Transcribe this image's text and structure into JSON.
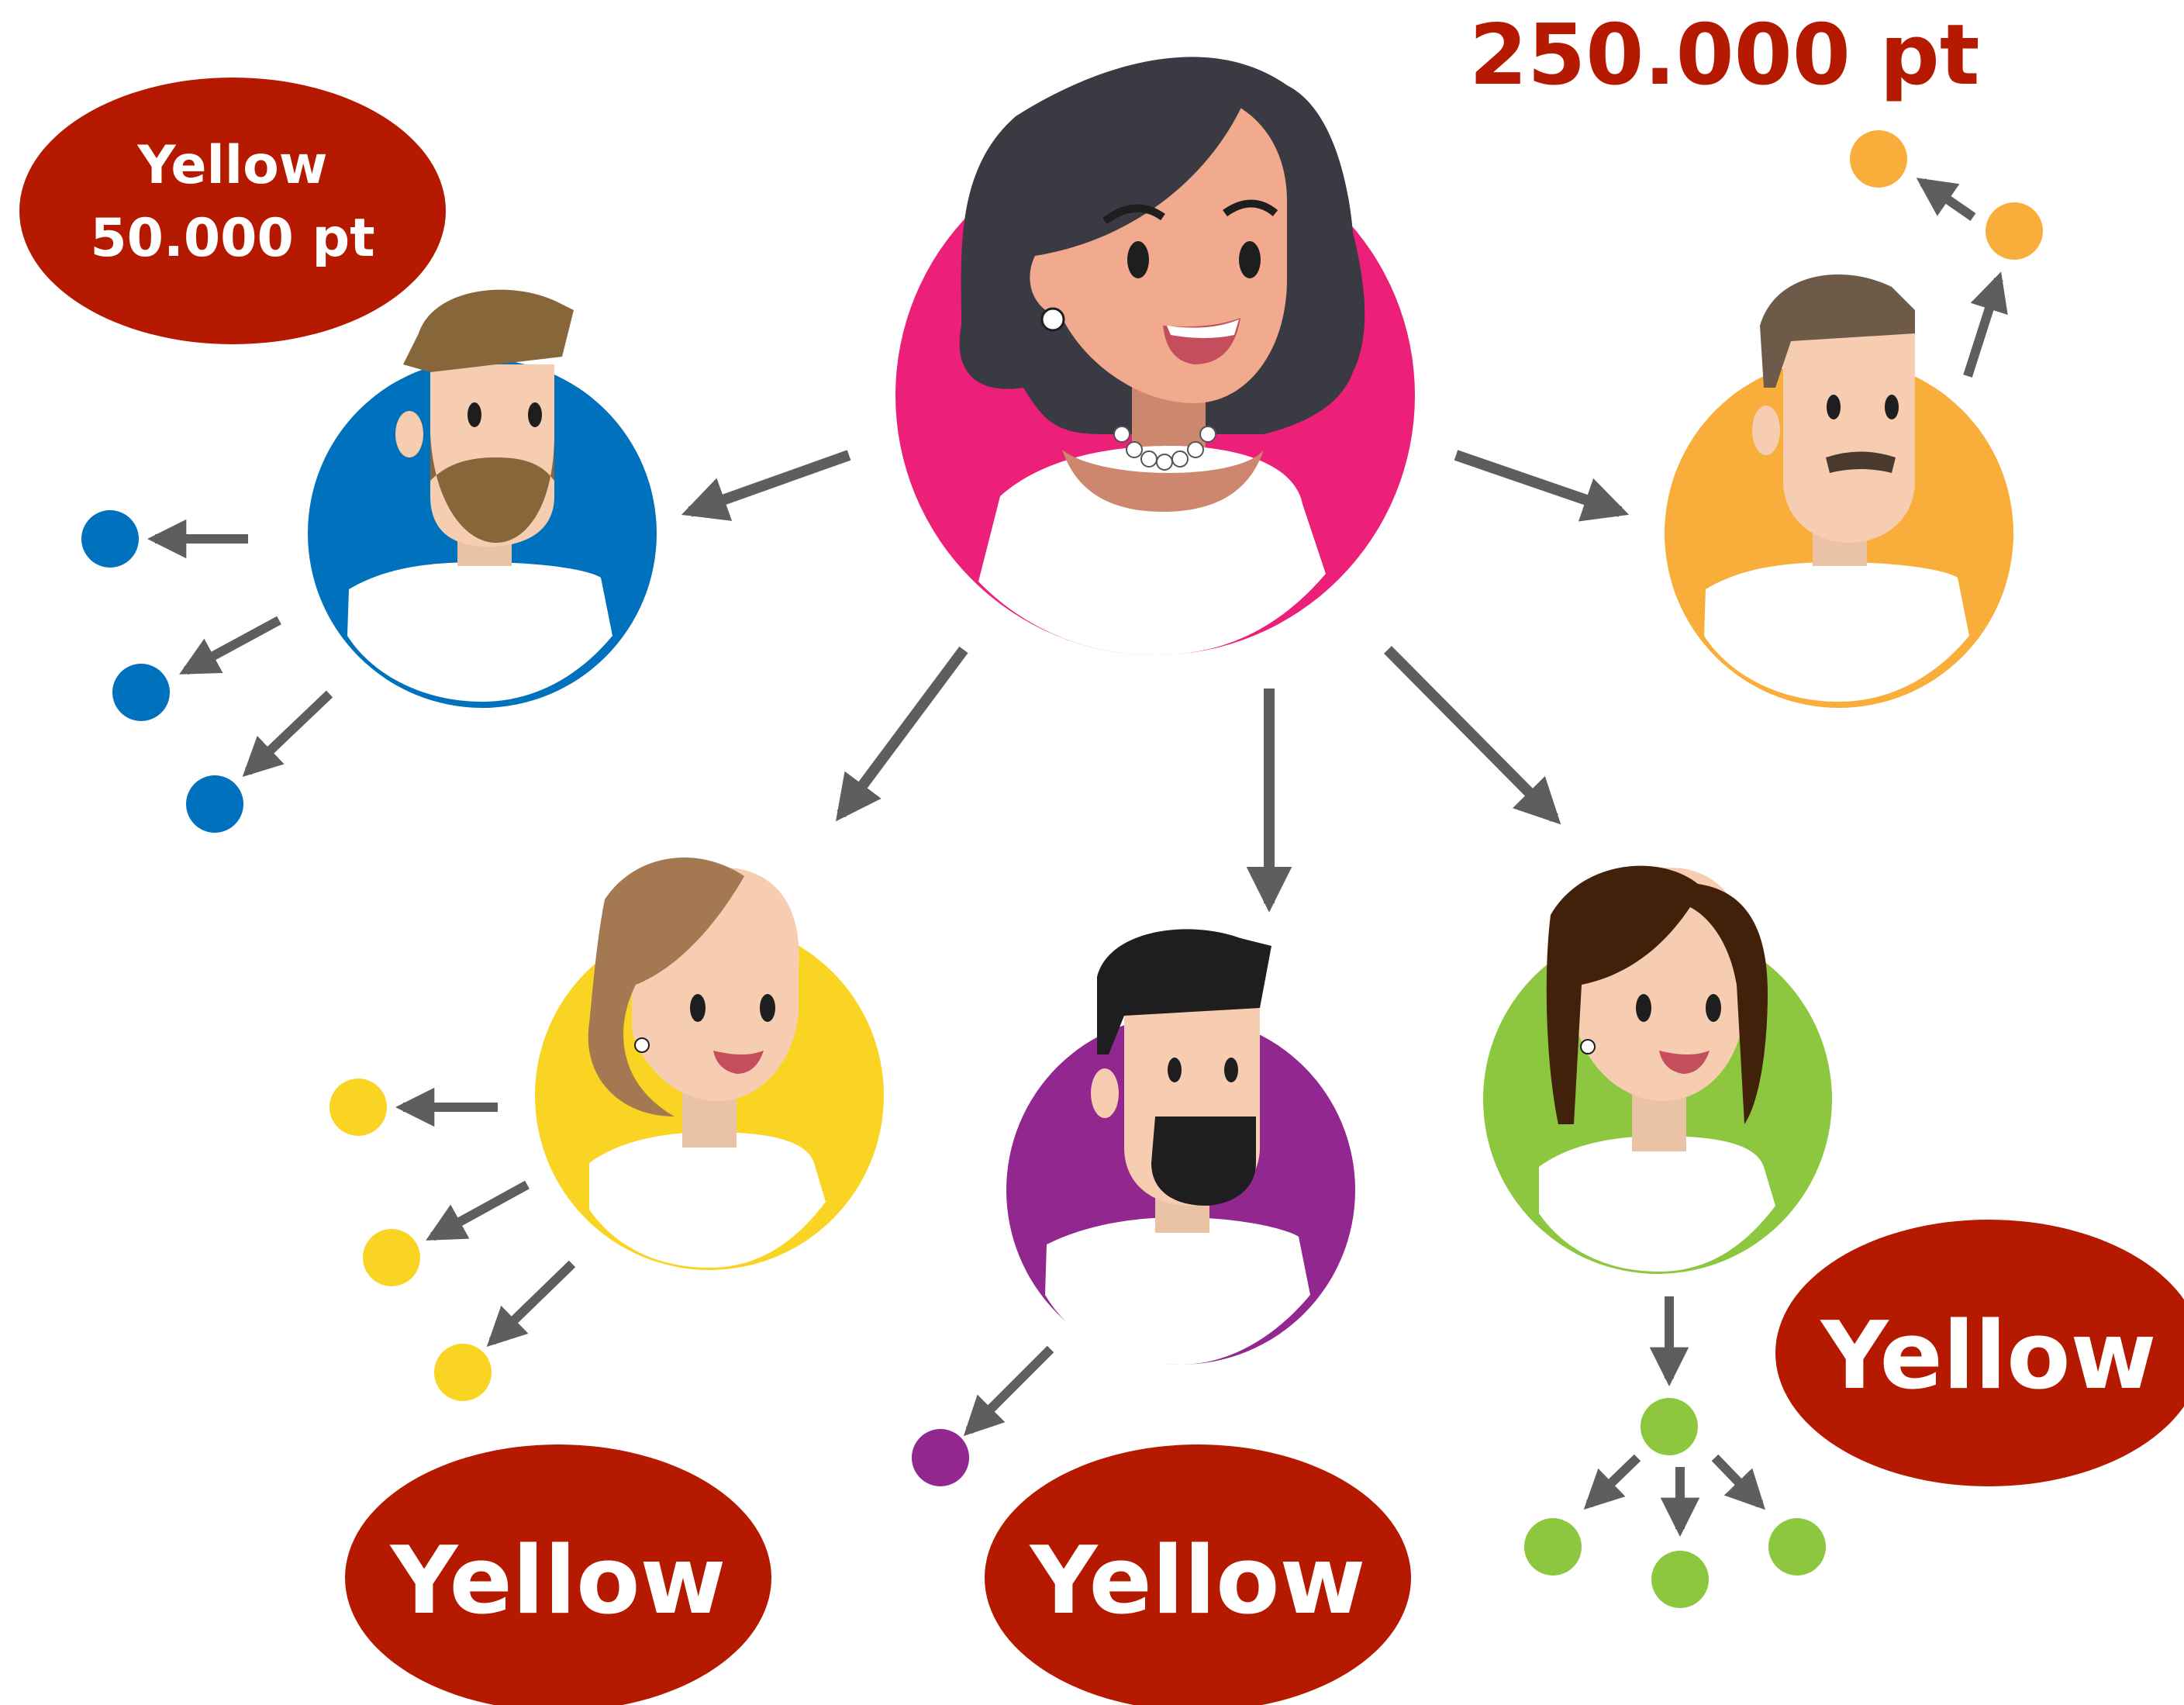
{
  "header": {
    "total_points": "250.000 pt"
  },
  "badges": [
    {
      "id": "top-left",
      "title": "Yellow",
      "points": "50.000 pt"
    },
    {
      "id": "bottom-left",
      "title": "Yellow"
    },
    {
      "id": "bottom-center",
      "title": "Yellow"
    },
    {
      "id": "right",
      "title": "Yellow"
    }
  ],
  "people": [
    {
      "id": "leader",
      "ring_color": "#EC1F79",
      "icon": "woman-dark-hair-pearls"
    },
    {
      "id": "blue",
      "ring_color": "#0071BC",
      "icon": "man-beard"
    },
    {
      "id": "orange",
      "ring_color": "#F9AE3B",
      "icon": "man-mustache"
    },
    {
      "id": "yellow",
      "ring_color": "#F9D423",
      "icon": "woman-light-hair"
    },
    {
      "id": "purple",
      "ring_color": "#92278F",
      "icon": "man-black-goatee"
    },
    {
      "id": "green",
      "ring_color": "#8DC63F",
      "icon": "woman-brown-hair"
    }
  ],
  "colors": {
    "badge_fill": "#B51A00",
    "badge_text": "#FFFFFF",
    "header_text": "#B51A00",
    "arrow": "#5E5E5E",
    "shirt": "#FFFFFF",
    "skin": "#F6CDB0"
  }
}
